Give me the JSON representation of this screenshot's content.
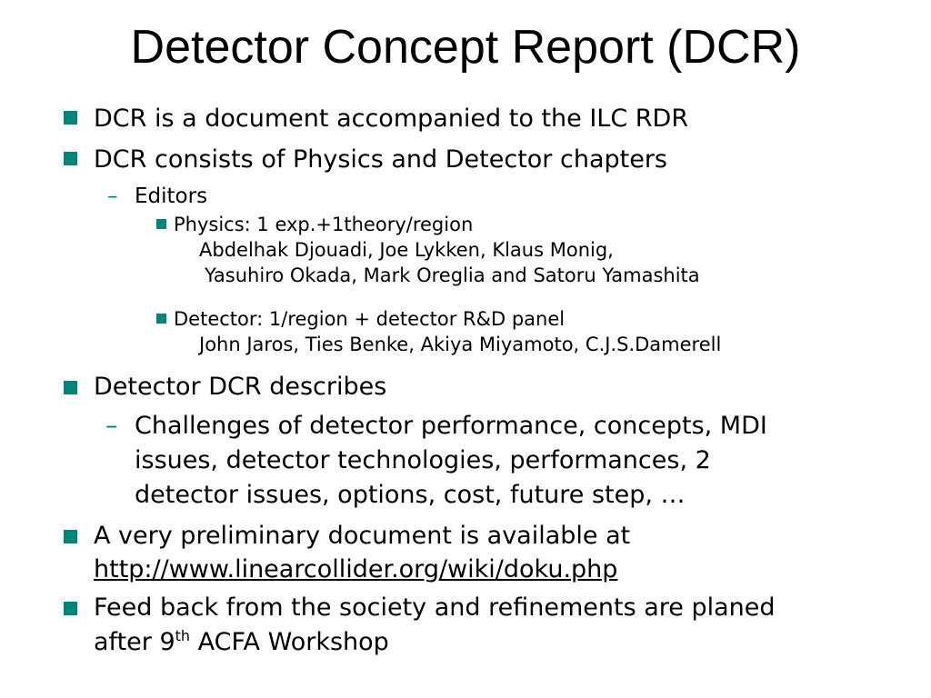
{
  "slide": {
    "title": "Detector Concept Report (DCR)",
    "colors": {
      "bullet": "#00857a",
      "text": "#000000",
      "background": "#ffffff"
    },
    "bullets": [
      {
        "text": "DCR is a document accompanied to the ILC RDR"
      },
      {
        "text": "DCR consists of Physics and Detector chapters",
        "sub": {
          "text": "Editors",
          "items": [
            {
              "label": "Physics: 1 exp.+1theory/region",
              "names_line1": "Abdelhak Djouadi, Joe Lykken, Klaus Monig,",
              "names_line2": "Yasuhiro Okada, Mark Oreglia and Satoru Yamashita"
            },
            {
              "label": "Detector: 1/region + detector R&D panel",
              "names_line1": "John Jaros, Ties Benke, Akiya Miyamoto, C.J.S.Damerell"
            }
          ]
        }
      },
      {
        "text": "Detector DCR describes",
        "sub_lines": [
          "Challenges of detector performance, concepts, MDI",
          "issues, detector technologies, performances, 2",
          "detector issues, options, cost, future step, …"
        ]
      },
      {
        "text": "A very preliminary document is available at",
        "link": "http://www.linearcollider.org/wiki/doku.php"
      },
      {
        "text": "Feed back from the society and refinements are planed",
        "line2_prefix": "after 9",
        "line2_sup": "th",
        "line2_suffix": " ACFA Workshop"
      }
    ]
  }
}
